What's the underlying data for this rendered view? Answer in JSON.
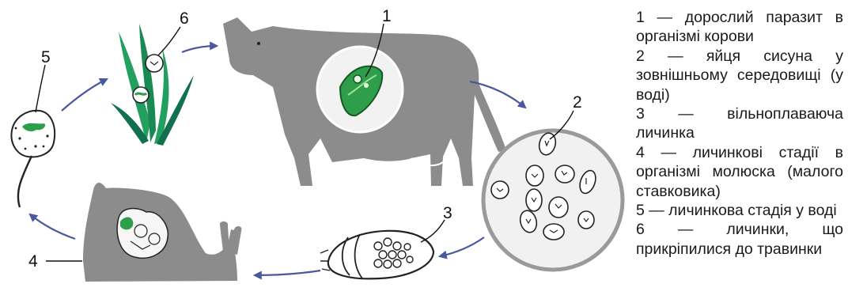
{
  "diagram": {
    "markers": [
      "1",
      "2",
      "3",
      "4",
      "5",
      "6"
    ],
    "colors": {
      "body_gray": "#8c8c8c",
      "parasite_green": "#2e9e4a",
      "grass_green": "#22a060",
      "grass_dark": "#107050",
      "arrow_blue": "#4a58a0",
      "circle_fill": "#f1f1f1",
      "circle_stroke": "#9a9a9a"
    },
    "icons": [
      "cow",
      "snail",
      "grass",
      "egg",
      "larva",
      "cyst"
    ]
  },
  "legend": [
    "1 — дорослий паразит в організмі корови",
    "2 — яйця сисуна у зовнішньому середовищі (у воді)",
    "3 — вільноплаваюча личинка",
    "4 — личинкові стадії в організмі молюска (малого ставковика)",
    "5 — личинкова стадія у воді",
    "6 — личинки, що прикріпилися до травинки"
  ]
}
